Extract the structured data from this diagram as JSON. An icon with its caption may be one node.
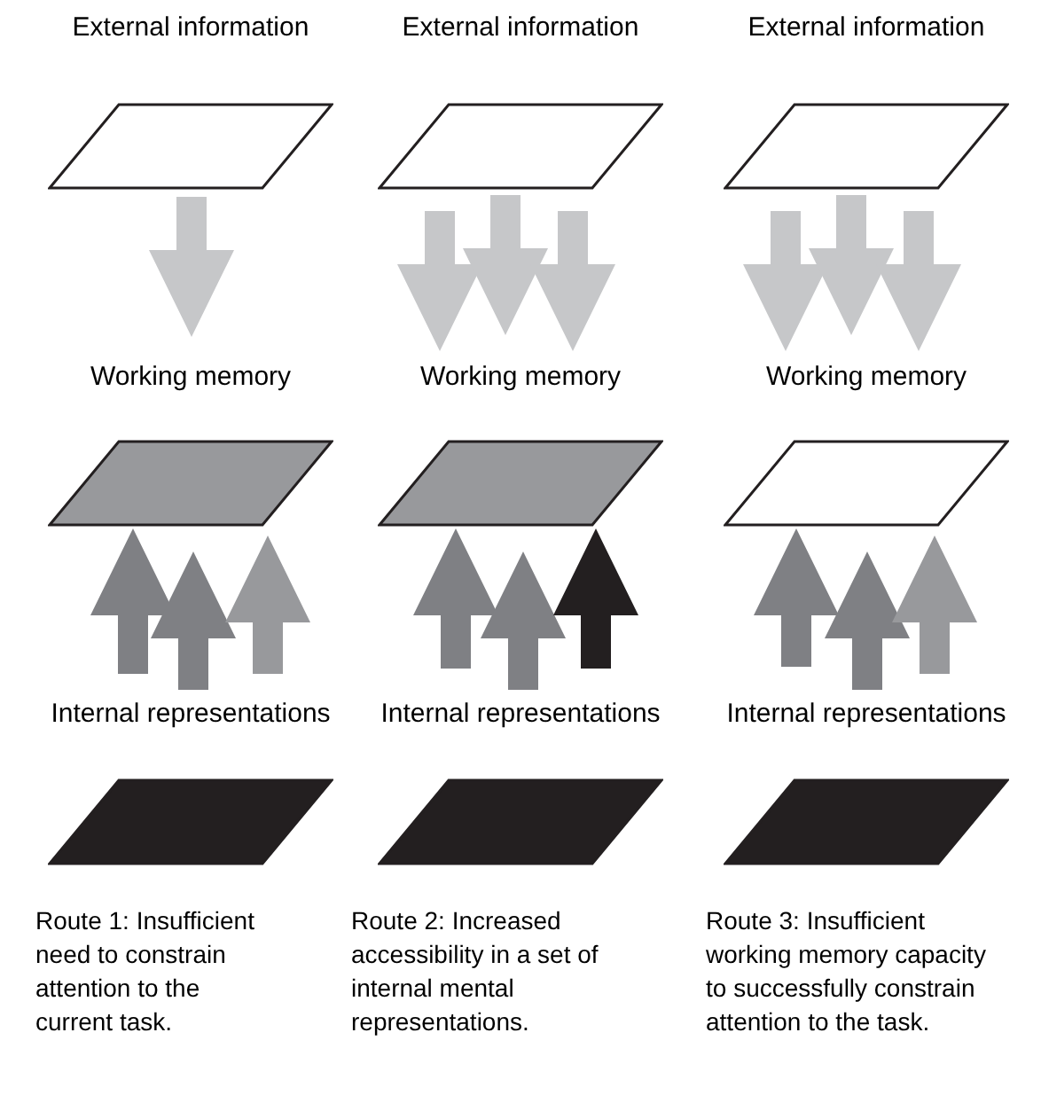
{
  "diagram": {
    "nodes": [
      {
        "text": [
          "External information"
        ]
      },
      {
        "text": [
          "External information"
        ]
      },
      {
        "text": [
          "External information"
        ]
      },
      {
        "text": [
          "Working memory"
        ]
      },
      {
        "text": [
          "Working memory"
        ]
      },
      {
        "text": [
          "Working memory"
        ]
      },
      {
        "text": [
          "Internal representations"
        ]
      },
      {
        "text": [
          "Internal representations"
        ]
      },
      {
        "text": [
          "Internal representations"
        ]
      }
    ],
    "edges": [
      {
        "from": 0,
        "to": 3,
        "arrow": "to",
        "color": "#c6c7c9"
      },
      {
        "from": 1,
        "to": 4,
        "arrow": "to",
        "color": "#c6c7c9"
      },
      {
        "from": 1,
        "to": 4,
        "arrow": "to",
        "color": "#c6c7c9"
      },
      {
        "from": 1,
        "to": 4,
        "arrow": "to",
        "color": "#c6c7c9"
      },
      {
        "from": 2,
        "to": 5,
        "arrow": "to",
        "color": "#c6c7c9"
      },
      {
        "from": 2,
        "to": 5,
        "arrow": "to",
        "color": "#c6c7c9"
      },
      {
        "from": 2,
        "to": 5,
        "arrow": "to",
        "color": "#c6c7c9"
      },
      {
        "from": 6,
        "to": 3,
        "arrow": "to",
        "color": "#7f8084"
      },
      {
        "from": 6,
        "to": 3,
        "arrow": "to",
        "color": "#7f8084"
      },
      {
        "from": 6,
        "to": 3,
        "arrow": "to",
        "color": "#98999c"
      },
      {
        "from": 7,
        "to": 4,
        "arrow": "to",
        "color": "#7f8084"
      },
      {
        "from": 7,
        "to": 4,
        "arrow": "to",
        "color": "#7f8084"
      },
      {
        "from": 7,
        "to": 4,
        "arrow": "to",
        "color": "#231f20"
      },
      {
        "from": 8,
        "to": 5,
        "arrow": "to",
        "color": "#7f8084"
      },
      {
        "from": 8,
        "to": 5,
        "arrow": "to",
        "color": "#7f8084"
      },
      {
        "from": 8,
        "to": 5,
        "arrow": "to",
        "color": "#98999c"
      }
    ],
    "labels": [
      "Route 1: Insufficient need to constrain attention to the current task.",
      "Route 2: Increased accessibility in a set of internal mental representations.",
      "Route 3: Insufficient working memory capacity to successfully constrain attention to the task."
    ]
  }
}
